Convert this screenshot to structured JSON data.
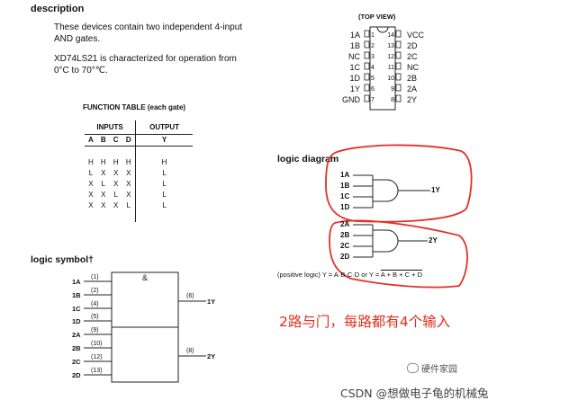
{
  "description": {
    "heading": "description",
    "p1_line1": "These devices contain two independent 4-input",
    "p1_line2": "AND gates.",
    "p2_line1": "XD74LS21 is characterized for operation from",
    "p2_line2": "0°C to 70°℃."
  },
  "function_table": {
    "title": "FUNCTION TABLE (each gate)",
    "inputs_header": "INPUTS",
    "output_header": "OUTPUT",
    "columns": [
      "A",
      "B",
      "C",
      "D",
      "Y"
    ],
    "rows": [
      [
        "H",
        "H",
        "H",
        "H",
        "H"
      ],
      [
        "L",
        "X",
        "X",
        "X",
        "L"
      ],
      [
        "X",
        "L",
        "X",
        "X",
        "L"
      ],
      [
        "X",
        "X",
        "L",
        "X",
        "L"
      ],
      [
        "X",
        "X",
        "X",
        "L",
        "L"
      ]
    ]
  },
  "top_view": {
    "title": "(TOP VIEW)",
    "left_pins": [
      {
        "name": "1A",
        "num": "1"
      },
      {
        "name": "1B",
        "num": "2"
      },
      {
        "name": "NC",
        "num": "3"
      },
      {
        "name": "1C",
        "num": "4"
      },
      {
        "name": "1D",
        "num": "5"
      },
      {
        "name": "1Y",
        "num": "6"
      },
      {
        "name": "GND",
        "num": "7"
      }
    ],
    "right_pins": [
      {
        "name": "VCC",
        "num": "14"
      },
      {
        "name": "2D",
        "num": "13"
      },
      {
        "name": "2C",
        "num": "12"
      },
      {
        "name": "NC",
        "num": "11"
      },
      {
        "name": "2B",
        "num": "10"
      },
      {
        "name": "2A",
        "num": "9"
      },
      {
        "name": "2Y",
        "num": "8"
      }
    ]
  },
  "logic_diagram": {
    "title": "logic diagram",
    "gate1_inputs": [
      "1A",
      "1B",
      "1C",
      "1D"
    ],
    "gate1_output": "1Y",
    "gate2_inputs": [
      "2A",
      "2B",
      "2C",
      "2D"
    ],
    "gate2_output": "2Y",
    "positive_logic_prefix": "(positive logic) Y = A·B·C·D or Y = ",
    "positive_logic_expr": "A + B + C + D"
  },
  "logic_symbol": {
    "title": "logic symbol†",
    "and_mark": "&",
    "inputs": [
      {
        "name": "1A",
        "num": "(1)"
      },
      {
        "name": "1B",
        "num": "(2)"
      },
      {
        "name": "1C",
        "num": "(4)"
      },
      {
        "name": "1D",
        "num": "(5)"
      },
      {
        "name": "2A",
        "num": "(9)"
      },
      {
        "name": "2B",
        "num": "(10)"
      },
      {
        "name": "2C",
        "num": "(12)"
      },
      {
        "name": "2D",
        "num": "(13)"
      }
    ],
    "outputs": [
      {
        "name": "1Y",
        "num": "(6)"
      },
      {
        "name": "2Y",
        "num": "(8)"
      }
    ]
  },
  "annotation": {
    "text": "2路与门，每路都有4个输入",
    "color": "#e0301e"
  },
  "watermark": {
    "wechat": "硬件家园",
    "csdn": "CSDN @想做电子龟的机械兔"
  }
}
